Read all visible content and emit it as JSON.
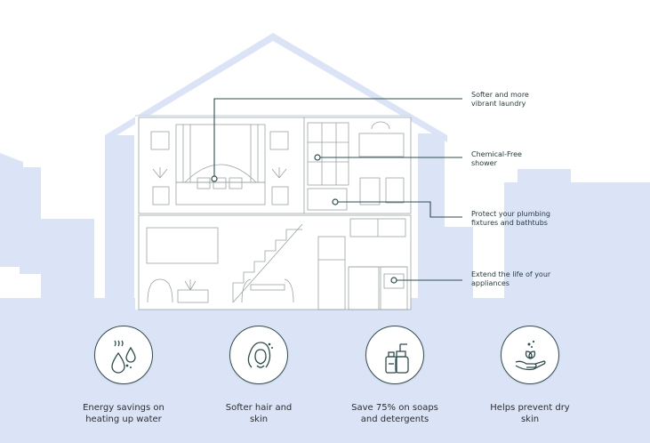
{
  "colors": {
    "background_shape": "#dbe4f7",
    "line": "#2f4e4e",
    "sketch": "#9aa3a3"
  },
  "callouts": [
    {
      "text": "Softer and more\nvibrant laundry"
    },
    {
      "text": "Chemical-Free\nshower"
    },
    {
      "text": "Protect your plumbing\nfixtures and bathtubs"
    },
    {
      "text": "Extend the life of your\nappliances"
    }
  ],
  "features": [
    {
      "icon": "water-drops-icon",
      "label": "Energy savings on\nheating up water"
    },
    {
      "icon": "hair-icon",
      "label": "Softer hair and\nskin"
    },
    {
      "icon": "soap-bottles-icon",
      "label": "Save 75% on soaps\nand detergents"
    },
    {
      "icon": "hand-leaf-icon",
      "label": "Helps prevent dry\nskin"
    }
  ]
}
